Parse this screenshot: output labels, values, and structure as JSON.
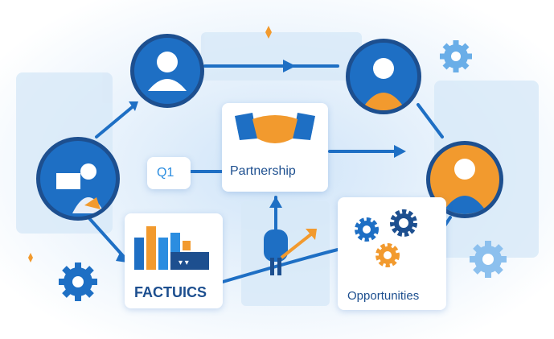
{
  "labels": {
    "q1": "Q1",
    "partnership": "Partnership",
    "factuics": "FACTUICS",
    "opportunities": "Opportunities"
  },
  "colors": {
    "primary_blue": "#1e6fc4",
    "dark_blue": "#1d4f8f",
    "orange": "#f29a2e",
    "light_bg": "#dcecfa"
  },
  "icons": [
    "person-icon",
    "handshake-icon",
    "bar-chart-icon",
    "gear-icon",
    "arrow-icon",
    "trend-arrow-icon"
  ]
}
